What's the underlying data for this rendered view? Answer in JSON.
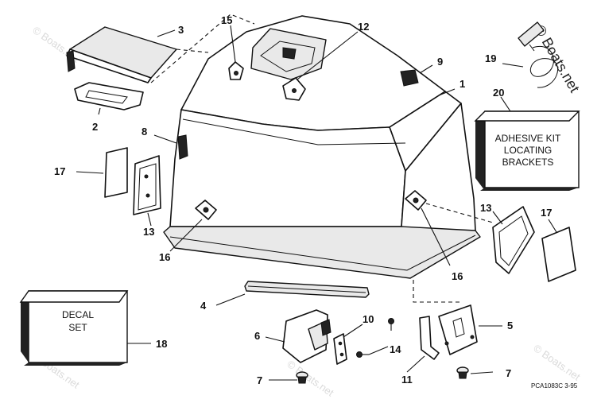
{
  "callouts": {
    "c1": "1",
    "c2": "2",
    "c3": "3",
    "c4": "4",
    "c5": "5",
    "c6": "6",
    "c7a": "7",
    "c7b": "7",
    "c8": "8",
    "c9": "9",
    "c10": "10",
    "c11": "11",
    "c12": "12",
    "c13a": "13",
    "c13b": "13",
    "c14": "14",
    "c15": "15",
    "c16a": "16",
    "c16b": "16",
    "c17a": "17",
    "c17b": "17",
    "c18": "18",
    "c19": "19",
    "c20": "20"
  },
  "kit_box": {
    "line1": "ADHESIVE KIT",
    "line2": "LOCATING",
    "line3": "BRACKETS"
  },
  "decal_box": {
    "line1": "DECAL",
    "line2": "SET"
  },
  "drawing_code": "PCA1083C  3-95",
  "watermark": "© Boats.net",
  "colors": {
    "ink": "#111111",
    "paper": "#ffffff",
    "watermark": "#bdbdbd"
  }
}
